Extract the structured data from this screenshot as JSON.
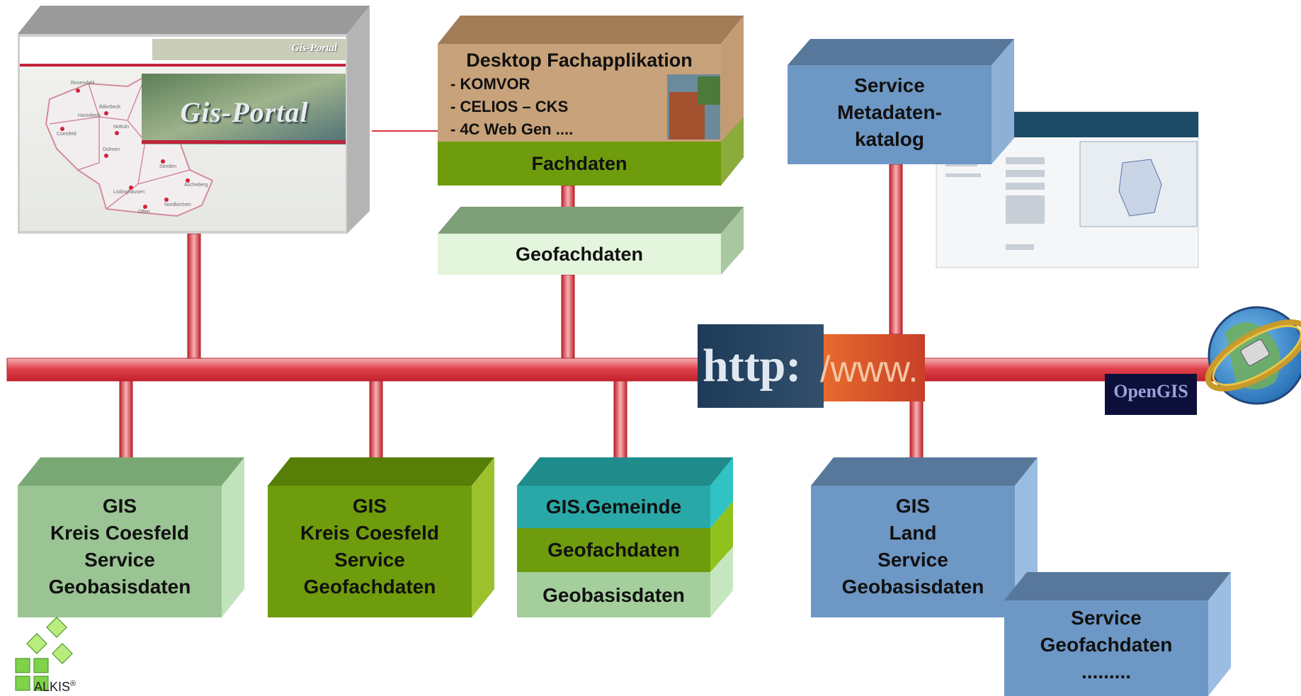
{
  "portal": {
    "banner_small": "Gis-Portal",
    "banner_big": "Gis-Portal",
    "places": [
      "Rosendahl",
      "Billerbeck",
      "Coesfeld",
      "Nottuln",
      "Dülmen",
      "Senden",
      "Lüdinghausen",
      "Ascheberg",
      "Olfen",
      "Havixbeck",
      "Nordkirchen"
    ]
  },
  "desktop": {
    "title": "Desktop Fachapplikation",
    "items": [
      "- KOMVOR",
      "- CELIOS – CKS",
      "- 4C Web Gen ...."
    ],
    "footer": "Fachdaten"
  },
  "geofach_top": {
    "label": "Geofachdaten"
  },
  "metadata": {
    "line1": "Service",
    "line2": "Metadaten-",
    "line3": "katalog"
  },
  "http_banner": {
    "text1": "http:",
    "text2": "/www."
  },
  "opengis": {
    "label": "OpenGIS"
  },
  "box_basis": {
    "l1": "GIS",
    "l2": "Kreis Coesfeld",
    "l3": "Service",
    "l4": "Geobasisdaten"
  },
  "box_fach": {
    "l1": "GIS",
    "l2": "Kreis Coesfeld",
    "l3": "Service",
    "l4": "Geofachdaten"
  },
  "box_stack": {
    "gemeinde": "GIS.Gemeinde",
    "geofach": "Geofachdaten",
    "geobasis": "Geobasisdaten"
  },
  "box_land": {
    "l1": "GIS",
    "l2": "Land",
    "l3": "Service",
    "l4": "Geobasisdaten"
  },
  "box_service": {
    "l1": "Service",
    "l2": "Geofachdaten",
    "l3": "........."
  },
  "alkis": {
    "text": "ALKIS",
    "mark": "®"
  },
  "colors": {
    "bus_red": "#d9343f",
    "box_green_light": "#9ac493",
    "box_olive": "#6f9c0c",
    "box_teal": "#2aa8a8",
    "box_blue": "#6d97c4",
    "box_brown": "#c8a27a"
  }
}
